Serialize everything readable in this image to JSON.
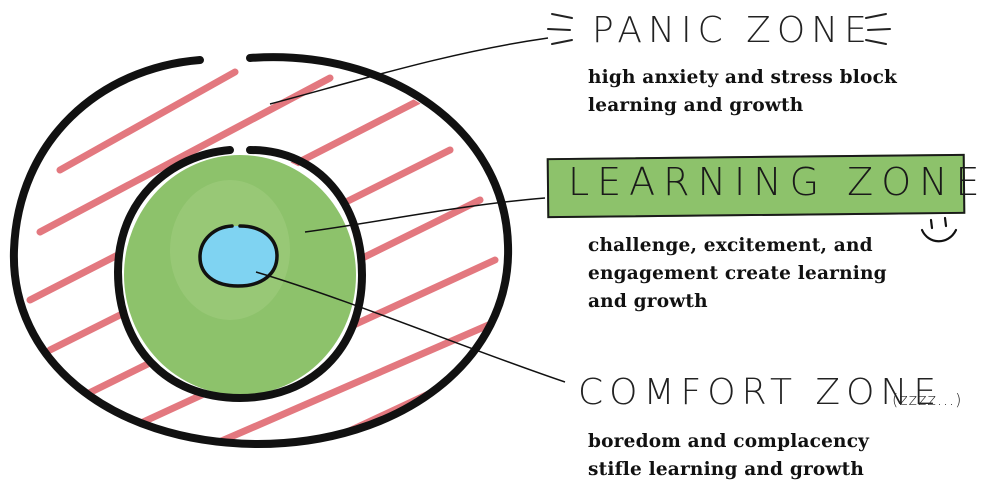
{
  "zones": {
    "panic": {
      "title": "PANIC ZONE",
      "description": "high anxiety and stress block\nlearning and growth",
      "fill_color": "#e06a72"
    },
    "learning": {
      "title": "LEARNING ZONE",
      "description": "challenge, excitement, and\nengagement create learning\nand growth",
      "fill_color": "#8dc26b"
    },
    "comfort": {
      "title": "COMFORT ZONE",
      "aside": "(zzzz...)",
      "description": "boredom and complacency\nstifle learning and growth",
      "fill_color": "#7fd3f2"
    }
  },
  "decorations": {
    "panic_title_marks": "tremble-lines",
    "learning_zone_icon": "smiley-face-icon"
  }
}
